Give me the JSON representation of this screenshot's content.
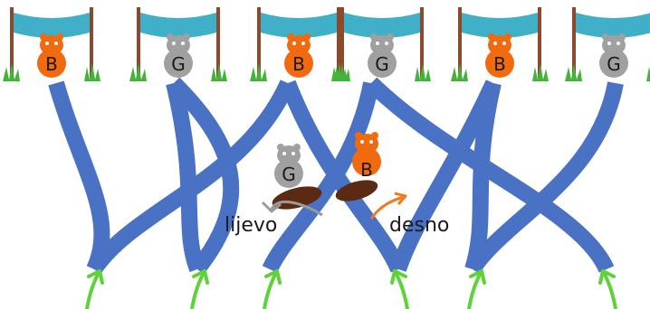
{
  "gates": [
    {
      "letter": "B",
      "color": "orange"
    },
    {
      "letter": "G",
      "color": "gray"
    },
    {
      "letter": "B",
      "color": "orange"
    },
    {
      "letter": "G",
      "color": "gray"
    },
    {
      "letter": "B",
      "color": "orange"
    },
    {
      "letter": "G",
      "color": "gray"
    }
  ],
  "moving_beavers": [
    {
      "letter": "G",
      "color": "gray",
      "direction_label": "lijevo"
    },
    {
      "letter": "B",
      "color": "orange",
      "direction_label": "desno"
    }
  ],
  "colors": {
    "river": "#4a72c4",
    "banner": "#3fb0c8",
    "pole": "#8b4a2b",
    "grass": "#44b33a",
    "orange": "#f26a10",
    "gray": "#9e9e9e",
    "arrow_green": "#5fd23a",
    "arrow_orange": "#f07a20",
    "arrow_gray": "#9a9a9a",
    "tail_brown": "#5a2a12"
  }
}
